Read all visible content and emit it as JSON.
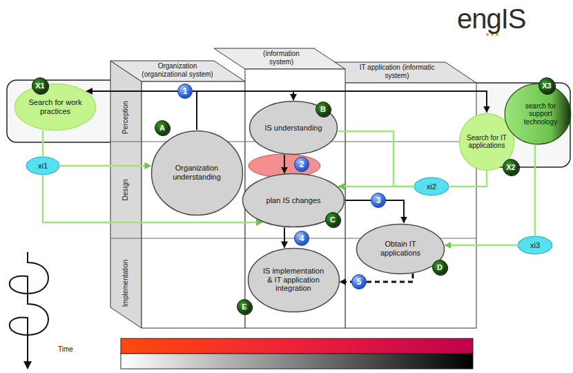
{
  "diagram": {
    "nodes": [
      {
        "text": [
          "Search for work practices"
        ]
      },
      {
        "text": [
          "xi1"
        ]
      },
      {
        "text": [
          "Organization (organizational system)"
        ]
      },
      {
        "text": [
          "Organization understanding"
        ],
        "in": 2
      },
      {
        "text": [
          "(information system)"
        ]
      },
      {
        "text": [
          "IS understanding"
        ],
        "in": 4
      },
      {
        "text": [
          "plan IS changes"
        ],
        "in": 4
      },
      {
        "text": [
          "IS implementation & IT application integration"
        ],
        "in": 4
      },
      {
        "text": [
          "IT application (informatic system)"
        ]
      },
      {
        "text": [
          "Obtain IT applications"
        ],
        "in": 8
      },
      {
        "text": [
          "Search for IT applications"
        ]
      },
      {
        "text": [
          "search for support technology"
        ]
      },
      {
        "text": [
          "xi2"
        ]
      },
      {
        "text": [
          "xi3"
        ]
      }
    ],
    "edges": [
      {
        "from": 3,
        "to": 0,
        "arrow": "to"
      },
      {
        "from": 3,
        "to": 5,
        "arrow": "to"
      },
      {
        "from": 3,
        "to": 10,
        "arrow": "to"
      },
      {
        "from": 5,
        "to": 6,
        "arrow": "to"
      },
      {
        "from": 6,
        "to": 9,
        "arrow": "to"
      },
      {
        "from": 6,
        "to": 7,
        "arrow": "to"
      },
      {
        "from": 9,
        "to": 7,
        "arrow": "to"
      },
      {
        "from": 0,
        "to": 1,
        "arrow": "none"
      },
      {
        "from": 1,
        "to": 3,
        "arrow": "to"
      },
      {
        "from": 1,
        "to": 6,
        "arrow": "to"
      },
      {
        "from": 5,
        "to": 12,
        "arrow": "none"
      },
      {
        "from": 10,
        "to": 12,
        "arrow": "none"
      },
      {
        "from": 12,
        "to": 6,
        "arrow": "to"
      },
      {
        "from": 11,
        "to": 13,
        "arrow": "none"
      },
      {
        "from": 13,
        "to": 9,
        "arrow": "to"
      }
    ],
    "labels": [
      "engIS",
      "Perception",
      "Design",
      "Implementation",
      "X1",
      "A",
      "B",
      "C",
      "D",
      "E",
      "X2",
      "X3",
      "1",
      "2",
      "3",
      "4",
      "5",
      "Time"
    ]
  }
}
